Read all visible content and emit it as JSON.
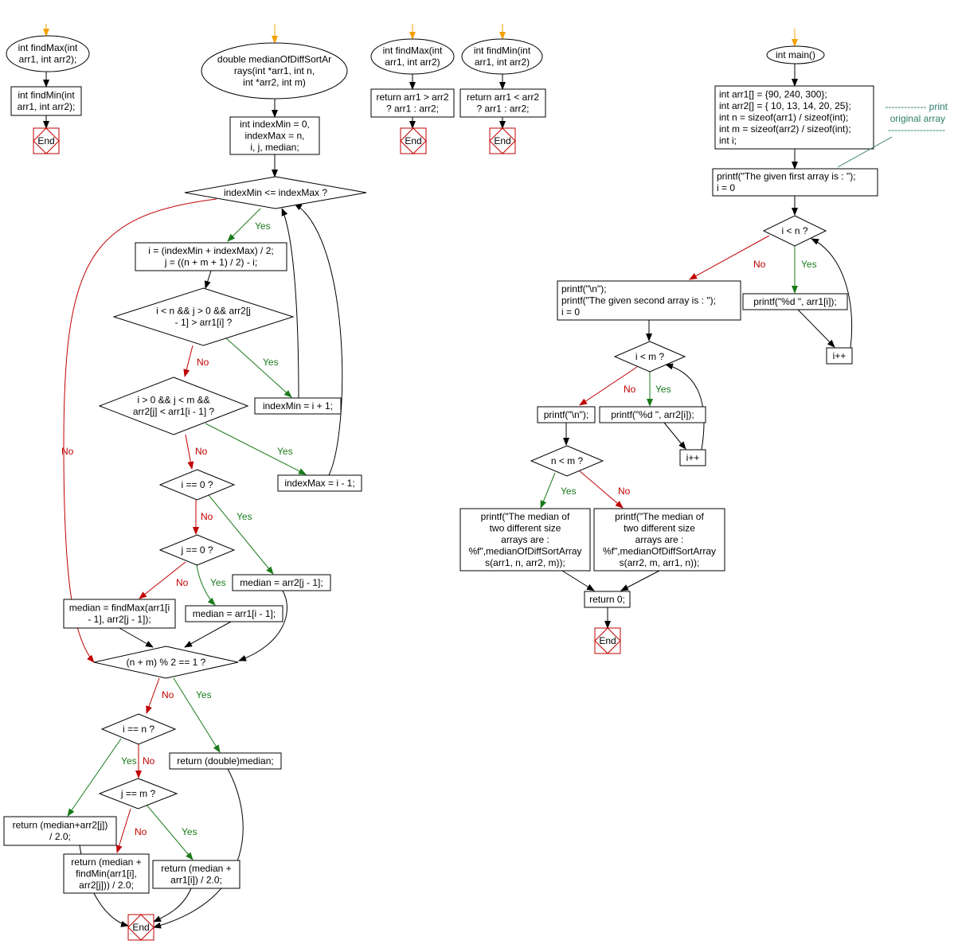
{
  "colors": {
    "start_arrow": "#f5a000",
    "yes": "#1a7a1a",
    "no": "#c00000",
    "end": "#c00000",
    "comment": "#2e7d6b"
  },
  "labels": {
    "yes": "Yes",
    "no": "No"
  },
  "nodes": {
    "fmax1_start": [
      "int findMax(int",
      "arr1, int arr2);"
    ],
    "fmax1_call": [
      "int findMin(int",
      "arr1, int arr2);"
    ],
    "fmax1_end": [
      "End"
    ],
    "med_start": [
      "double medianOfDiffSortAr",
      "rays(int *arr1, int n,",
      "int *arr2, int m)"
    ],
    "med_init": [
      "int indexMin = 0,",
      "indexMax = n,",
      "i, j, median;"
    ],
    "med_loop": [
      "indexMin <= indexMax ?"
    ],
    "med_calc": [
      "i = (indexMin + indexMax) / 2;",
      "j = ((n + m + 1) / 2) - i;"
    ],
    "med_c1": [
      "i < n && j > 0 && arr2[j",
      "- 1] > arr1[i] ?"
    ],
    "med_c2": [
      "i > 0 && j < m &&",
      "arr2[j] < arr1[i - 1] ?"
    ],
    "med_imin": [
      "indexMin = i + 1;"
    ],
    "med_imax": [
      "indexMax = i - 1;"
    ],
    "med_i0": [
      "i == 0 ?"
    ],
    "med_j0": [
      "j == 0 ?"
    ],
    "med_mj": [
      "median = arr2[j - 1];"
    ],
    "med_mi": [
      "median = arr1[i - 1];"
    ],
    "med_mmax": [
      "median = findMax(arr1[i",
      "- 1], arr2[j - 1]);"
    ],
    "med_odd": [
      "(n + m) % 2 == 1 ?"
    ],
    "med_ret": [
      "return (double)median;"
    ],
    "med_in": [
      "i == n ?"
    ],
    "med_jm": [
      "j == m ?"
    ],
    "med_r1": [
      "return (median+arr2[j])",
      "/ 2.0;"
    ],
    "med_r2": [
      "return (median +",
      "findMin(arr1[i],",
      "arr2[j])) / 2.0;"
    ],
    "med_r3": [
      "return (median +",
      "arr1[i]) / 2.0;"
    ],
    "med_end": [
      "End"
    ],
    "fmax2_start": [
      "int findMax(int",
      "arr1, int arr2)"
    ],
    "fmax2_ret": [
      "return arr1 > arr2",
      "? arr1 : arr2;"
    ],
    "fmax2_end": [
      "End"
    ],
    "fmin_start": [
      "int findMin(int",
      "arr1, int arr2)"
    ],
    "fmin_ret": [
      "return arr1 < arr2",
      "? arr1 : arr2;"
    ],
    "fmin_end": [
      "End"
    ],
    "main_start": [
      "int main()"
    ],
    "main_decl": [
      "int arr1[] = {90, 240, 300};",
      "int arr2[] = { 10, 13, 14, 20, 25};",
      "int n = sizeof(arr1) / sizeof(int);",
      "int m = sizeof(arr2) / sizeof(int);",
      "int i;"
    ],
    "main_p1": [
      "printf(\"The given first array is :  \");",
      "i = 0"
    ],
    "main_l1": [
      "i < n ?"
    ],
    "main_p1e": [
      "printf(\"%d  \", arr1[i]);"
    ],
    "main_inc1": [
      "i++"
    ],
    "main_p2": [
      "printf(\"\\n\");",
      "printf(\"The given second array is :  \");",
      "i = 0"
    ],
    "main_l2": [
      "i < m ?"
    ],
    "main_p2e": [
      "printf(\"%d  \", arr2[i]);"
    ],
    "main_inc2": [
      "i++"
    ],
    "main_nl": [
      "printf(\"\\n\");"
    ],
    "main_nm": [
      "n < m ?"
    ],
    "main_y": [
      "printf(\"The median of",
      "two different size",
      "arrays are :",
      "%f\",medianOfDiffSortArray",
      "s(arr1, n, arr2, m));"
    ],
    "main_n": [
      "printf(\"The median of",
      "two different size",
      "arrays are :",
      "%f\",medianOfDiffSortArray",
      "s(arr2, m, arr1, n));"
    ],
    "main_ret": [
      "return 0;"
    ],
    "main_end": [
      "End"
    ]
  },
  "comment": [
    "------------- print",
    "original array",
    "------------------"
  ]
}
